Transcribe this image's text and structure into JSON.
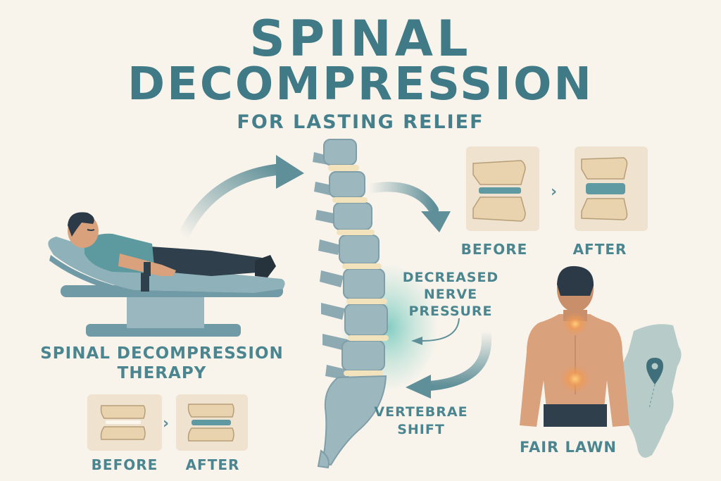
{
  "header": {
    "title_line1": "SPINAL",
    "title_line2": "DECOMPRESSION",
    "subtitle": "FOR LASTING RELIEF"
  },
  "therapy": {
    "label_line1": "SPINAL DECOMPRESSION",
    "label_line2": "THERAPY"
  },
  "comparison_top": {
    "before": "BEFORE",
    "after": "AFTER"
  },
  "comparison_bottom": {
    "before": "BEFORE",
    "after": "AFTER"
  },
  "callouts": {
    "decreased_line1": "DECREASED",
    "decreased_line2": "NERVE",
    "decreased_line3": "PRESSURE",
    "vertebrae_line1": "VERTEBRAE",
    "vertebrae_line2": "SHIFT"
  },
  "location": {
    "label": "FAIR LAWN"
  },
  "icons": {
    "comparison_arrow": "chevron-right-icon",
    "map_marker": "map-pin-icon"
  },
  "colors": {
    "background": "#f8f4ec",
    "accent_teal": "#4b8690",
    "bone": "#9db7bf",
    "disc": "#f2e3bd",
    "glow": "#6fc6bb",
    "skin": "#d9a17c",
    "pain_glow": "#f29a52",
    "table": "#6f9aa6",
    "shirt": "#5c9aa0",
    "pants": "#2f3f4c"
  }
}
